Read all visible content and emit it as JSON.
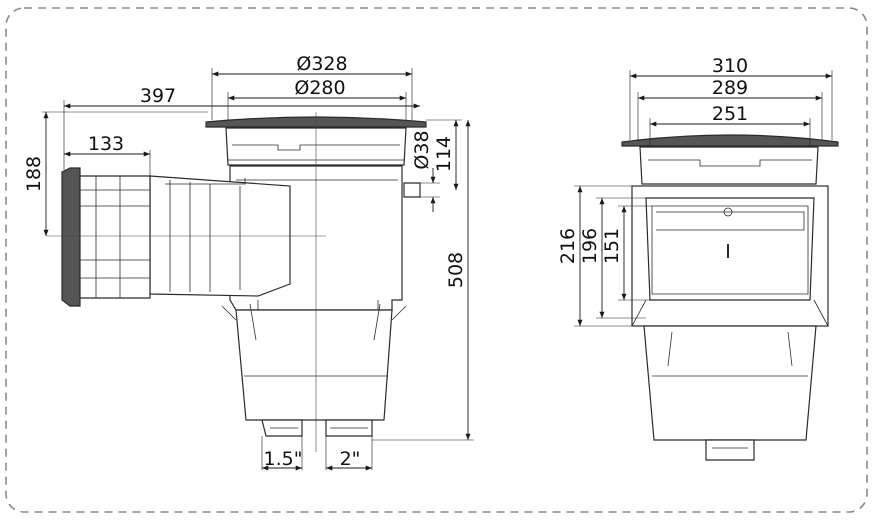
{
  "colors": {
    "line": "#1a1a1a",
    "frame": "#8a8a8a",
    "lid": "#333333"
  },
  "side_view": {
    "dims": {
      "lid_outer": "Ø328",
      "lid_inner": "Ø280",
      "total_length": "397",
      "mouth_depth": "133",
      "mouth_height": "188",
      "pipe_diameter": "Ø38",
      "lid_to_pipe": "114",
      "total_height": "508",
      "outlet_small": "1.5\"",
      "outlet_large": "2\""
    }
  },
  "front_view": {
    "dims": {
      "top_width": "310",
      "mid_width": "289",
      "inner_width": "251",
      "face_height": "216",
      "opening_height": "196",
      "weir_height": "151"
    }
  }
}
